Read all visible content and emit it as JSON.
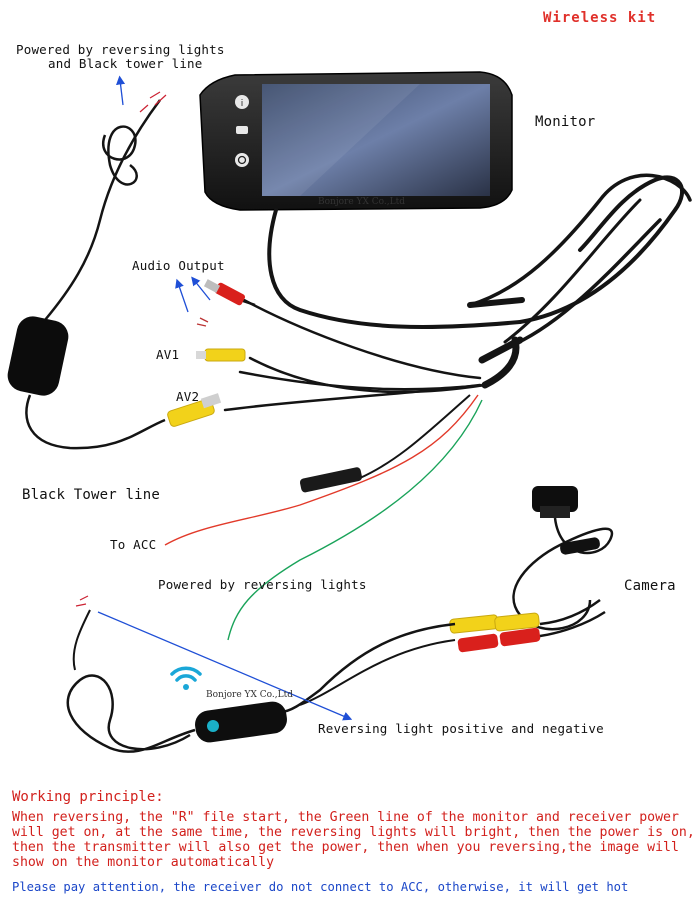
{
  "title": "Wireless kit",
  "labels": {
    "power_reverse_1": "Powered by reversing lights",
    "power_reverse_2": "and Black tower line",
    "monitor": "Monitor",
    "audio_output": "Audio Output",
    "av1": "AV1",
    "av2": "AV2",
    "black_tower_line": "Black Tower line",
    "to_acc": "To ACC",
    "powered_by_reversing": "Powered by reversing lights",
    "camera": "Camera",
    "reversing_light": "Reversing light positive and negative",
    "brand_monitor": "Bonjore YX Co.,Ltd",
    "brand_transmitter": "Bonjore YX Co.,Ltd"
  },
  "principle": {
    "heading": "Working principle:",
    "body": "When reversing, the \"R\" file start, the Green line of the monitor and receiver power will get on, at the same time, the reversing lights will bright, then the power is on, then the transmitter will also get the power, then when you reversing,the image will show on the monitor automatically"
  },
  "warning": "Please pay attention, the receiver do not connect to ACC, otherwise, it will get hot",
  "colors": {
    "title": "#e0302a",
    "principle": "#d2201c",
    "warning": "#1b47c8",
    "arrow": "#1f4fd6",
    "wire_red": "#e23a2a",
    "wire_green": "#1aa35a",
    "rca_yellow": "#f2d21a",
    "rca_red": "#d9201c",
    "wifi": "#1aa7d8"
  },
  "icons": [
    "info-icon",
    "camera-icon",
    "power-icon",
    "wifi-icon"
  ]
}
